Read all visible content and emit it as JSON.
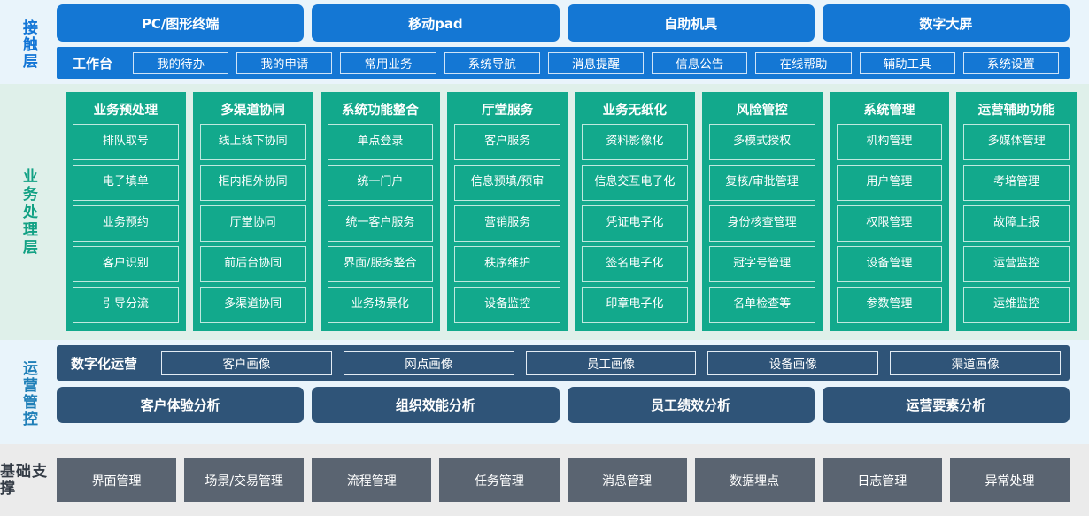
{
  "colors": {
    "touch_band_bg": "#e9f4fb",
    "touch_blue": "#1477d4",
    "biz_band_bg": "#dff0ea",
    "biz_teal": "#12a98c",
    "ops_band_bg": "#e9f4fb",
    "ops_navy": "#2f5478",
    "base_band_bg": "#ebebeb",
    "base_gray": "#5a6471"
  },
  "touch_layer": {
    "label": "接触层",
    "channels": [
      "PC/图形终端",
      "移动pad",
      "自助机具",
      "数字大屏"
    ],
    "workbench_label": "工作台",
    "nav_items": [
      "我的待办",
      "我的申请",
      "常用业务",
      "系统导航",
      "消息提醒",
      "信息公告",
      "在线帮助",
      "辅助工具",
      "系统设置"
    ]
  },
  "business_layer": {
    "label": "业务处理层",
    "columns": [
      {
        "title": "业务预处理",
        "items": [
          "排队取号",
          "电子填单",
          "业务预约",
          "客户识别",
          "引导分流"
        ]
      },
      {
        "title": "多渠道协同",
        "items": [
          "线上线下协同",
          "柜内柜外协同",
          "厅堂协同",
          "前后台协同",
          "多渠道协同"
        ]
      },
      {
        "title": "系统功能整合",
        "items": [
          "单点登录",
          "统一门户",
          "统一客户服务",
          "界面/服务整合",
          "业务场景化"
        ]
      },
      {
        "title": "厅堂服务",
        "items": [
          "客户服务",
          "信息预填/预审",
          "营销服务",
          "秩序维护",
          "设备监控"
        ]
      },
      {
        "title": "业务无纸化",
        "items": [
          "资料影像化",
          "信息交互电子化",
          "凭证电子化",
          "签名电子化",
          "印章电子化"
        ]
      },
      {
        "title": "风险管控",
        "items": [
          "多模式授权",
          "复核/审批管理",
          "身份核查管理",
          "冠字号管理",
          "名单检查等"
        ]
      },
      {
        "title": "系统管理",
        "items": [
          "机构管理",
          "用户管理",
          "权限管理",
          "设备管理",
          "参数管理"
        ]
      },
      {
        "title": "运营辅助功能",
        "items": [
          "多媒体管理",
          "考培管理",
          "故障上报",
          "运营监控",
          "运维监控"
        ]
      }
    ]
  },
  "operations_layer": {
    "label": "运营管控",
    "digital_ops_label": "数字化运营",
    "portraits": [
      "客户画像",
      "网点画像",
      "员工画像",
      "设备画像",
      "渠道画像"
    ],
    "analyses": [
      "客户体验分析",
      "组织效能分析",
      "员工绩效分析",
      "运营要素分析"
    ]
  },
  "foundation_layer": {
    "label": "基础支撑",
    "items": [
      "界面管理",
      "场景/交易管理",
      "流程管理",
      "任务管理",
      "消息管理",
      "数据埋点",
      "日志管理",
      "异常处理"
    ]
  }
}
